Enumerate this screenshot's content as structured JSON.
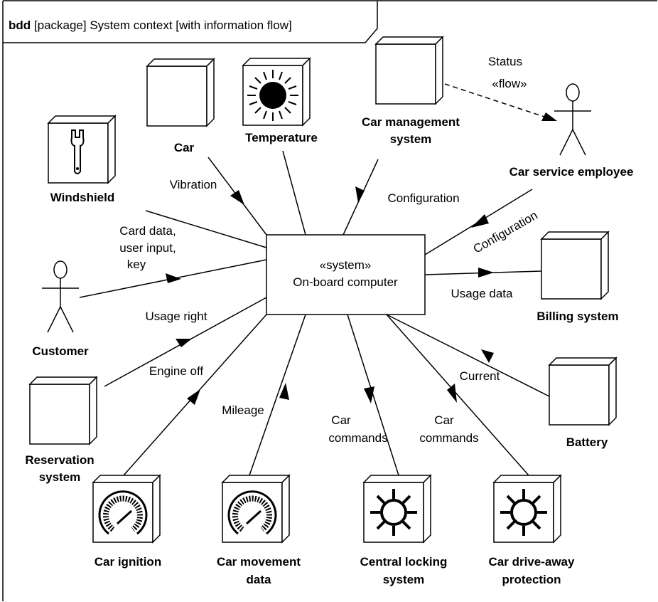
{
  "frame": {
    "keyword": "bdd",
    "title": "[package] System context [with information flow]"
  },
  "system": {
    "stereotype": "«system»",
    "name": "On-board computer"
  },
  "actors": {
    "car": "Car",
    "temperature": "Temperature",
    "car_management_line1": "Car management",
    "car_management_line2": "system",
    "car_service_employee": "Car service employee",
    "windshield": "Windshield",
    "customer": "Customer",
    "billing_system": "Billing system",
    "reservation_line1": "Reservation",
    "reservation_line2": "system",
    "battery": "Battery",
    "car_ignition": "Car ignition",
    "car_movement_line1": "Car movement",
    "car_movement_line2": "data",
    "central_locking_line1": "Central locking",
    "central_locking_line2": "system",
    "drive_away_line1": "Car drive-away",
    "drive_away_line2": "protection"
  },
  "flows": {
    "status": "Status",
    "flow_stereotype": "«flow»",
    "vibration": "Vibration",
    "configuration_mgmt": "Configuration",
    "configuration_service": "Configuration",
    "card_data_line1": "Card data,",
    "card_data_line2": "user input,",
    "card_data_line3": "key",
    "usage_data": "Usage data",
    "usage_right": "Usage right",
    "engine_off": "Engine off",
    "current": "Current",
    "mileage": "Mileage",
    "car_commands_1_line1": "Car",
    "car_commands_1_line2": "commands",
    "car_commands_2_line1": "Car",
    "car_commands_2_line2": "commands"
  },
  "icons": {
    "windshield": "wrench-icon",
    "temperature": "sun-icon",
    "car_ignition": "gauge-icon",
    "car_movement": "gauge-icon",
    "central_locking": "gear-sun-icon",
    "drive_away": "gear-sun-icon"
  }
}
